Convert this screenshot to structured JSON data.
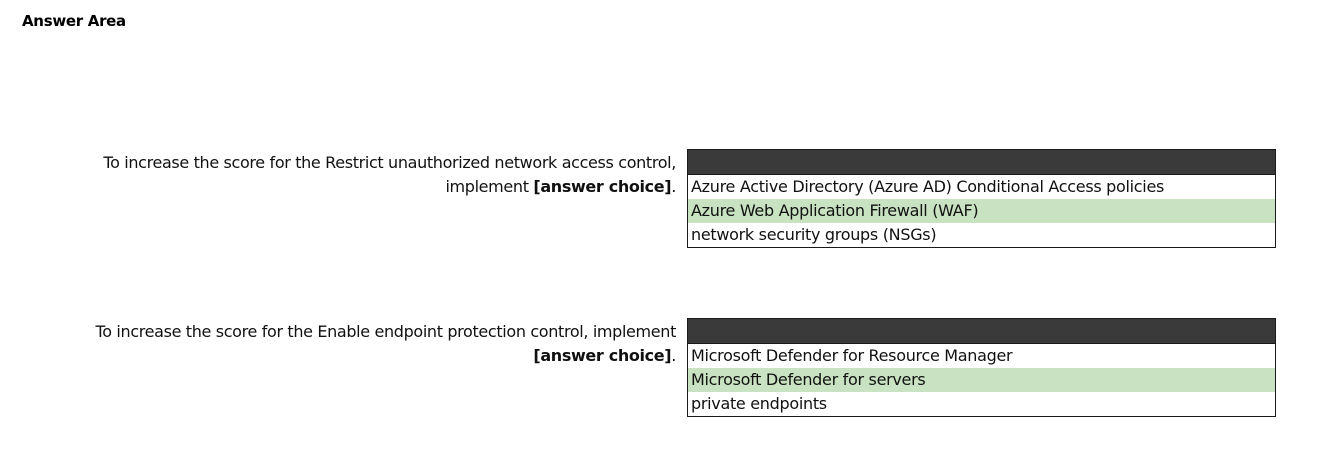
{
  "page_title": "Answer Area",
  "questions": [
    {
      "line1": "To increase the score for the Restrict unauthorized network access control,",
      "line2_prefix": "implement ",
      "answer_placeholder": "[answer choice]",
      "line2_suffix": ".",
      "options": [
        "Azure Active Directory (Azure AD) Conditional Access policies",
        "Azure Web Application Firewall (WAF)",
        "network security groups (NSGs)"
      ],
      "selected_option": "Azure Web Application Firewall (WAF)"
    },
    {
      "line1": "To increase the score for the Enable endpoint protection control, implement",
      "line2_prefix": "",
      "answer_placeholder": "[answer choice]",
      "line2_suffix": ".",
      "options": [
        "Microsoft Defender for Resource Manager",
        "Microsoft Defender for servers",
        "private endpoints"
      ],
      "selected_option": "Microsoft Defender for servers"
    }
  ],
  "colors": {
    "selected_highlight": "#c9e3c2",
    "dropdown_header": "#3a3a3a"
  }
}
